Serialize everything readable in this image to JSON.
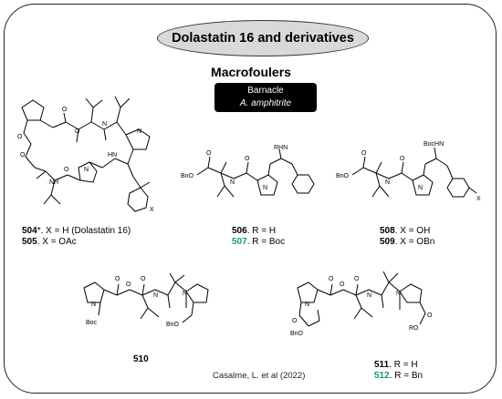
{
  "title": "Dolastatin 16 and derivatives",
  "section": "Macrofoulers",
  "organism": {
    "label": "Barnacle",
    "species": "A. amphitrite"
  },
  "compounds": [
    {
      "line1_id": "504",
      "line1_mark": "*",
      "line1_text": ".   X = H (Dolastatin 16)",
      "line2_id": "505",
      "line2_text": ". X = OAc"
    },
    {
      "line1_id": "506",
      "line1_text": ". R = H",
      "line2_id": "507",
      "line2_text": ". R = Boc"
    },
    {
      "line1_id": "508",
      "line1_text": ". X = OH",
      "line2_id": "509",
      "line2_text": ". X = OBn"
    },
    {
      "line1_id": "510"
    },
    {
      "line1_id": "511",
      "line1_text": ".   R = H",
      "line2_id": "512",
      "line2_text": ". R = Bn"
    }
  ],
  "atoms": {
    "O": "O",
    "N": "N",
    "HN": "HN",
    "NH": "NH",
    "X": "X",
    "RHN": "RHN",
    "BocHN": "BocHN",
    "BnO": "BnO",
    "Boc": "Boc",
    "RO": "RO"
  },
  "colors": {
    "highlight": "#1b9a5a",
    "badge_bg": "#000000",
    "pill_bg": "#d9d9d9"
  },
  "credit": "Casalme, L. et al (2022)"
}
